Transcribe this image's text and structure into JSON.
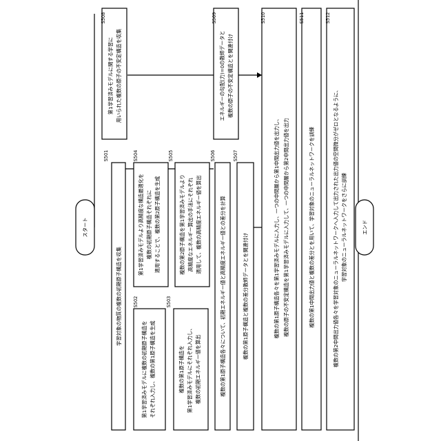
{
  "start_label": "スタート",
  "end_label": "エンド",
  "steps": {
    "s501": {
      "id": "S501",
      "lines": [
        "学習対象の物質の複数の初期原子構造を収集"
      ]
    },
    "s502": {
      "id": "S502",
      "lines": [
        "第1学習済みモデルに複数の初期原子構造を",
        "それぞれ入力し、複数の第1原子構造を生成"
      ]
    },
    "s503": {
      "id": "S503",
      "lines": [
        "複数の第1原子構造を",
        "第1学習済みモデルにそれぞれ入力し、",
        "複数の初期エネルギー値を算出"
      ]
    },
    "s504": {
      "id": "S504",
      "lines": [
        "第1学習済みモデルより高精度な構造最適化を",
        "複数の初期原子構造それぞれに",
        "適用することで、複数の第2原子構造を生成"
      ]
    },
    "s505": {
      "id": "S505",
      "lines": [
        "複数の第2原子構造を第1学習済みモデルより",
        "高精度なエネルギー算出の手法にそれぞれ",
        "適用して、複数の高精度エネルギー値を算出"
      ]
    },
    "s506": {
      "id": "S506",
      "lines": [
        "複数の第1原子構造各々について、初期エネルギー値と高精度エネルギー値との差分を計算"
      ]
    },
    "s507": {
      "id": "S507",
      "lines": [
        "複数の第1原子構造と複数の差分教師データとを関連付け"
      ]
    },
    "s508": {
      "id": "S508",
      "lines": [
        "第1学習済みモデルに関する学習に",
        "用いられた複数の原子の不安定構造を収集"
      ]
    },
    "s509": {
      "id": "S509",
      "lines": [
        "エネルギーの勾配(力)=0の教師データと",
        "複数の原子の不安定構造とを関連付け"
      ]
    },
    "s510": {
      "id": "S510",
      "lines": [
        "複数の第1原子構造各々を第1学習済みモデルに入力し、一つの中間層から第1中間出力値を出力し、",
        "複数の原子の不安定構造を第1学習済みモデルに入力して、一つの中間層から第2中間出力値を出力"
      ]
    },
    "s511": {
      "id": "S511",
      "lines": [
        "複数の第1中間出力値と複数の差分とを用いて、学習対象のニューラルネットワークを訓練"
      ]
    },
    "s512": {
      "id": "S512",
      "lines": [
        "複数の第2中間出力値各々を学習対象のニューラルネットワークへ入力して出力された出力値の空間微分がゼロとなるように、",
        "学習対象のニューラルネットワークをさらに訓練"
      ]
    }
  }
}
